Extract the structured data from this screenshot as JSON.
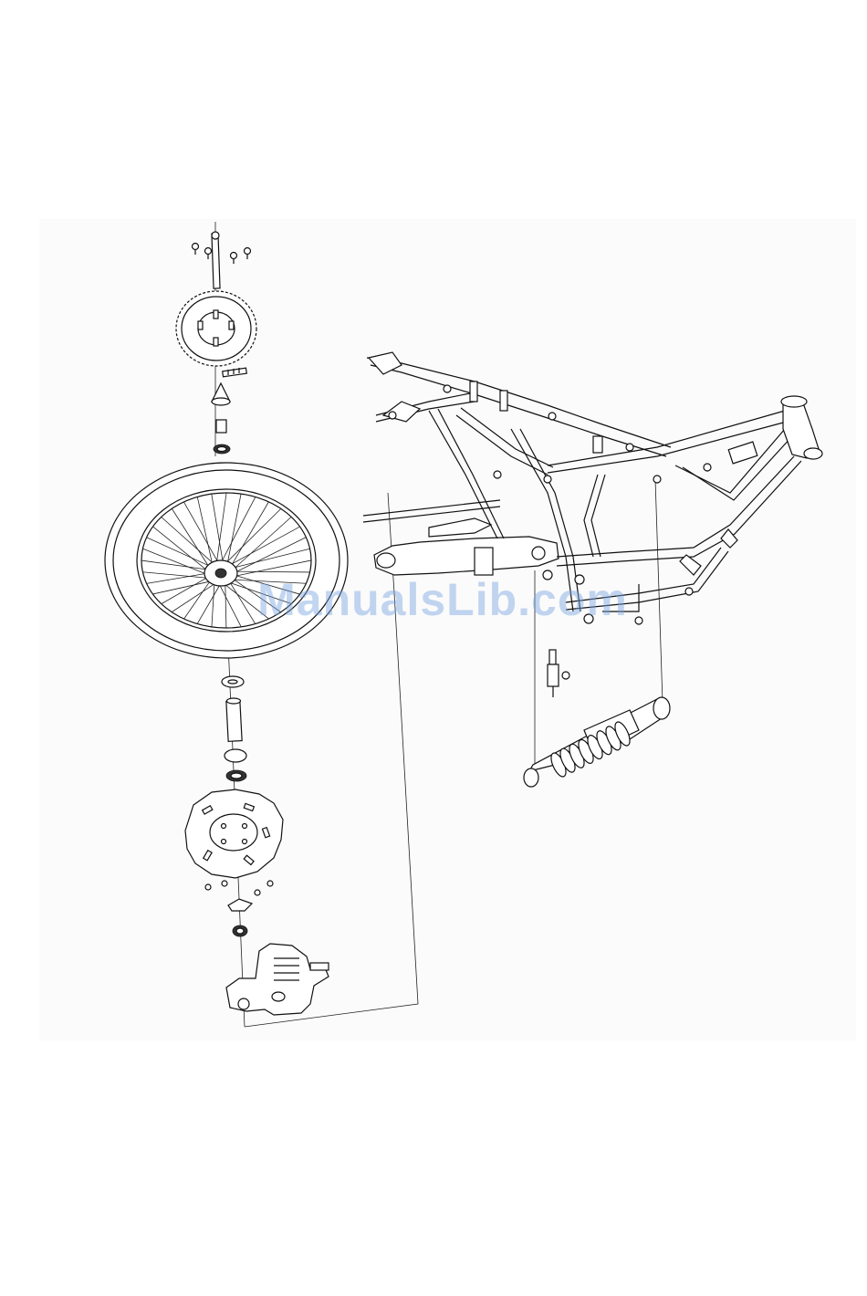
{
  "watermark": {
    "text": "ManualsLib.com",
    "color": "#78A5E1"
  },
  "colors": {
    "background": "#FFFFFF",
    "panel": "#FBFBFB",
    "line": "#111111"
  },
  "parts": [
    {
      "name": "rear-axle",
      "icon": "axle-icon"
    },
    {
      "name": "sprocket-bolts",
      "icon": "bolt-icon"
    },
    {
      "name": "rear-sprocket",
      "icon": "sprocket-icon"
    },
    {
      "name": "chain-adjuster",
      "icon": "adjuster-icon"
    },
    {
      "name": "spacer-collar",
      "icon": "collar-icon"
    },
    {
      "name": "wheel-bearing",
      "icon": "bearing-icon"
    },
    {
      "name": "rear-wheel",
      "icon": "wheel-icon"
    },
    {
      "name": "axle-sleeve",
      "icon": "sleeve-icon"
    },
    {
      "name": "brake-disc",
      "icon": "brake-disc-icon"
    },
    {
      "name": "brake-caliper",
      "icon": "caliper-icon"
    },
    {
      "name": "frame",
      "icon": "frame-icon"
    },
    {
      "name": "swingarm",
      "icon": "swingarm-icon"
    },
    {
      "name": "rear-shock-absorber",
      "icon": "shock-absorber-icon"
    },
    {
      "name": "brake-hose-fitting",
      "icon": "fitting-icon"
    }
  ]
}
